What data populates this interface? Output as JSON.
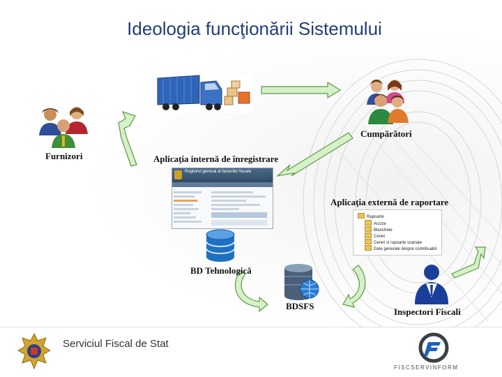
{
  "title": "Ideologia funcţionării  Sistemului",
  "nodes": {
    "suppliers": "Furnizori",
    "internal_app": "Aplicaţia internă de înregistrare",
    "buyers": "Cumpărători",
    "external_app": "Aplicaţia externă de raportare",
    "tech_db": "BD Tehnologică",
    "bdsfs": "BDSFS",
    "inspectors": "Inspectori Fiscali"
  },
  "internal_window": {
    "title": "Registrul general al facturilor fiscale"
  },
  "report_tree": {
    "root": "Rapoarte",
    "items": [
      "Accize",
      "Blanchete",
      "Cereri",
      "Cereri si rapoarte scanate",
      "Date generale despre contribuabil"
    ]
  },
  "footer": {
    "organization": "Serviciul Fiscal de Stat",
    "brand": "FISCSERVINFORM"
  },
  "colors": {
    "title": "#1f3d7a",
    "arrow_fill": "#d6f0c8",
    "arrow_stroke": "#5c9a45",
    "db_blue": "#1f6fc2"
  },
  "icons": [
    "group-of-people-icon",
    "truck-icon",
    "database-cylinder-icon",
    "server-globe-icon",
    "inspector-person-icon",
    "emblem-icon",
    "fsi-logo-icon"
  ]
}
